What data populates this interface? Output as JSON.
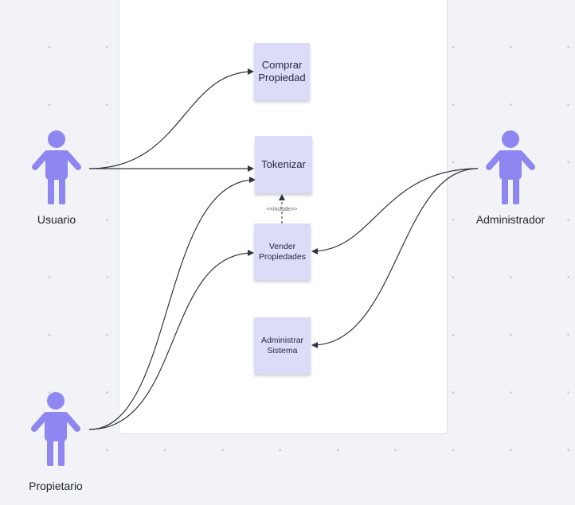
{
  "diagram": {
    "type": "use-case",
    "actors": [
      {
        "id": "usuario",
        "name": "Usuario"
      },
      {
        "id": "propietario",
        "name": "Propietario"
      },
      {
        "id": "administrador",
        "name": "Administrador"
      }
    ],
    "use_cases": [
      {
        "id": "comprar",
        "label": "Comprar\nPropiedad"
      },
      {
        "id": "tokenizar",
        "label": "Tokenizar"
      },
      {
        "id": "vender",
        "label": "Vender\nPropiedades"
      },
      {
        "id": "administrar",
        "label": "Administrar\nSistema"
      }
    ],
    "include_label": "<<include>>",
    "associations": [
      {
        "from": "usuario",
        "to": "comprar"
      },
      {
        "from": "usuario",
        "to": "tokenizar"
      },
      {
        "from": "propietario",
        "to": "tokenizar"
      },
      {
        "from": "propietario",
        "to": "vender"
      },
      {
        "from": "administrador",
        "to": "vender"
      },
      {
        "from": "administrador",
        "to": "administrar"
      }
    ],
    "includes": [
      {
        "from": "vender",
        "to": "tokenizar"
      }
    ],
    "colors": {
      "actor": "#8f87f1",
      "use_case_fill": "#dcdcf9",
      "connector": "#2f3441",
      "system_boundary": "#ffffff",
      "canvas_background": "#f2f3f6"
    }
  }
}
